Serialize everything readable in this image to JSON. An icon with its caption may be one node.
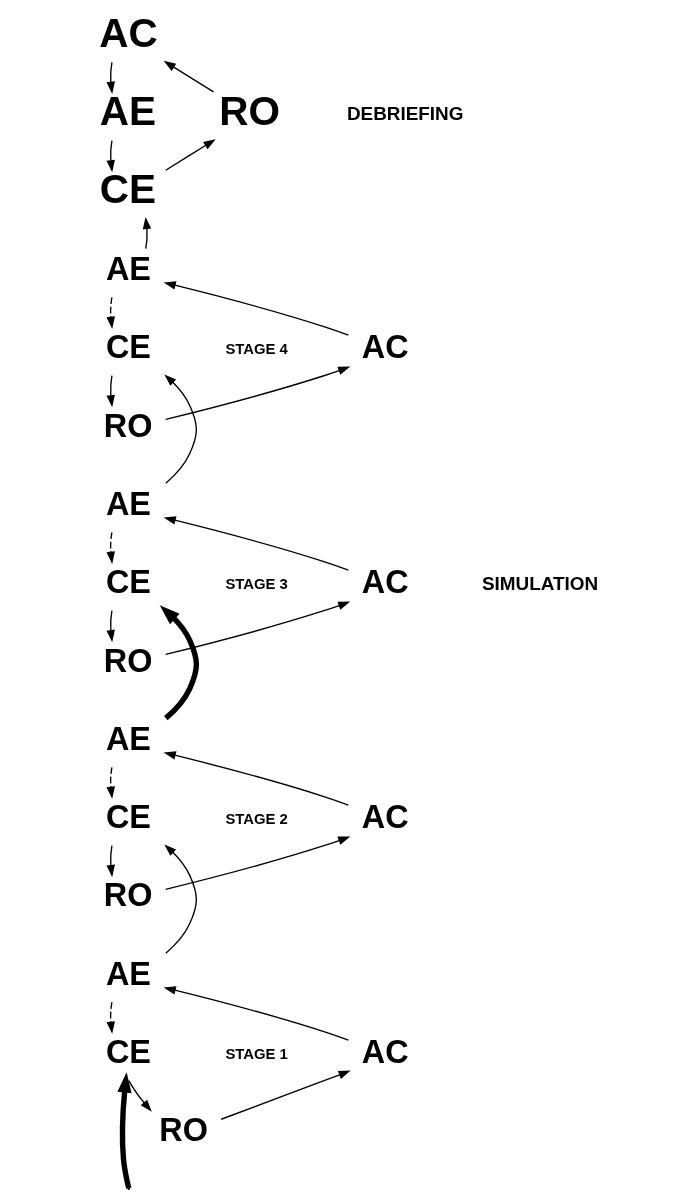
{
  "diagram": {
    "nodes": [
      {
        "text": [
          "AC"
        ]
      },
      {
        "text": [
          "AE"
        ]
      },
      {
        "text": [
          "RO"
        ]
      },
      {
        "text": [
          "CE"
        ]
      },
      {
        "text": [
          "AE"
        ]
      },
      {
        "text": [
          "CE"
        ]
      },
      {
        "text": [
          "AC"
        ]
      },
      {
        "text": [
          "RO"
        ]
      },
      {
        "text": [
          "AE"
        ]
      },
      {
        "text": [
          "CE"
        ]
      },
      {
        "text": [
          "AC"
        ]
      },
      {
        "text": [
          "RO"
        ]
      },
      {
        "text": [
          "AE"
        ]
      },
      {
        "text": [
          "CE"
        ]
      },
      {
        "text": [
          "AC"
        ]
      },
      {
        "text": [
          "RO"
        ]
      },
      {
        "text": [
          "AE"
        ]
      },
      {
        "text": [
          "CE"
        ]
      },
      {
        "text": [
          "AC"
        ]
      },
      {
        "text": [
          "RO"
        ]
      }
    ],
    "edges": [
      {
        "from": 2,
        "to": 0,
        "arrow": "to"
      },
      {
        "from": 0,
        "to": 1,
        "arrow": "to"
      },
      {
        "from": 1,
        "to": 3,
        "arrow": "to"
      },
      {
        "from": 3,
        "to": 2,
        "arrow": "to"
      },
      {
        "from": 4,
        "to": 3,
        "arrow": "to"
      },
      {
        "from": 6,
        "to": 4,
        "arrow": "to"
      },
      {
        "from": 4,
        "to": 5,
        "arrow": "to",
        "style": "dashed"
      },
      {
        "from": 5,
        "to": 7,
        "arrow": "to"
      },
      {
        "from": 7,
        "to": 6,
        "arrow": "to"
      },
      {
        "from": 8,
        "to": 5,
        "arrow": "to"
      },
      {
        "from": 10,
        "to": 8,
        "arrow": "to"
      },
      {
        "from": 8,
        "to": 9,
        "arrow": "to",
        "style": "dashed"
      },
      {
        "from": 9,
        "to": 11,
        "arrow": "to"
      },
      {
        "from": 11,
        "to": 10,
        "arrow": "to"
      },
      {
        "from": 12,
        "to": 9,
        "arrow": "to",
        "style": "thick"
      },
      {
        "from": 14,
        "to": 12,
        "arrow": "to"
      },
      {
        "from": 12,
        "to": 13,
        "arrow": "to",
        "style": "dashed"
      },
      {
        "from": 13,
        "to": 15,
        "arrow": "to"
      },
      {
        "from": 15,
        "to": 14,
        "arrow": "to"
      },
      {
        "from": 16,
        "to": 13,
        "arrow": "to"
      },
      {
        "from": 18,
        "to": 16,
        "arrow": "to"
      },
      {
        "from": 16,
        "to": 17,
        "arrow": "to",
        "style": "dashed"
      },
      {
        "from": 17,
        "to": 19,
        "arrow": "to"
      },
      {
        "from": 19,
        "to": 18,
        "arrow": "to"
      },
      {
        "from": null,
        "to": 17,
        "arrow": "to",
        "style": "thick"
      }
    ],
    "labels": [
      "DEBRIEFING",
      "STAGE 4",
      "SIMULATION",
      "STAGE 3",
      "STAGE 2",
      "STAGE 1"
    ]
  }
}
